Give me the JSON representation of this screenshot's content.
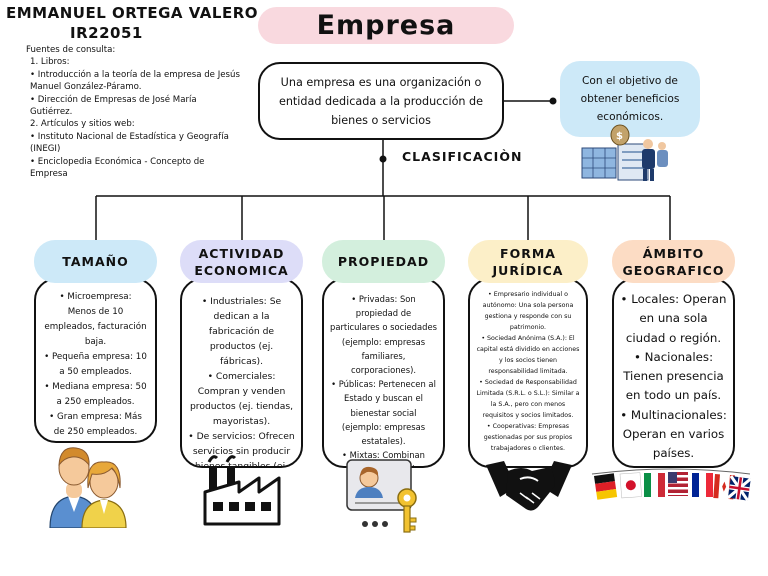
{
  "author": {
    "name": "EMMANUEL ORTEGA VALERO",
    "id": "IR22051"
  },
  "sources": {
    "heading": "Fuentes de consulta:",
    "lines": [
      "1. Libros:",
      "• Introducción a la teoría de la empresa de Jesús Manuel González-Páramo.",
      "• Dirección de Empresas de José María Gutiérrez.",
      "2. Artículos y sitios web:",
      "• Instituto Nacional de Estadística y Geografía (INEGI)",
      "• Enciclopedia Económica - Concepto de Empresa"
    ]
  },
  "title": "Empresa",
  "definition": "Una empresa es una organización o entidad dedicada a la producción de bienes o servicios",
  "goal": "Con el objetivo de obtener beneficios económicos.",
  "classification_label": "CLASIFICACIÒN",
  "colors": {
    "title_bg": "#f9d9df",
    "goal_bg": "#cde9f8",
    "tamano_bg": "#cde9f8",
    "actividad_bg": "#ddddf8",
    "propiedad_bg": "#d3efdd",
    "forma_bg": "#fcefc8",
    "ambito_bg": "#fcdcc4"
  },
  "columns": {
    "tamano": {
      "header": "TAMAÑO",
      "items": [
        "• Microempresa: Menos de 10 empleados, facturación baja.",
        "• Pequeña empresa: 10 a 50 empleados.",
        "• Mediana empresa: 50 a 250 empleados.",
        "• Gran empresa: Más de 250 empleados."
      ]
    },
    "actividad": {
      "header": "ACTIVIDAD ECONOMICA",
      "items": [
        "• Industriales: Se dedican a la fabricación de productos (ej. fábricas).",
        "• Comerciales: Compran y venden productos (ej. tiendas, mayoristas).",
        "• De servicios: Ofrecen servicios sin producir bienes tangibles (ej. consultorías, transporte)."
      ]
    },
    "propiedad": {
      "header": "PROPIEDAD",
      "items": [
        "• Privadas: Son propiedad de particulares o sociedades (ejemplo: empresas familiares, corporaciones).",
        "• Públicas: Pertenecen al Estado y buscan el bienestar social (ejemplo: empresas estatales).",
        "• Mixtas: Combinan capital público y privado (ejemplo: empresas de participación estatal)."
      ]
    },
    "forma": {
      "header": "FORMA JURÍDICA",
      "items": [
        "• Empresario individual o autónomo: Una sola persona gestiona y responde con su patrimonio.",
        "• Sociedad Anónima (S.A.): El capital está dividido en acciones y los socios tienen responsabilidad limitada.",
        "• Sociedad de Responsabilidad Limitada (S.R.L. o S.L.): Similar a la S.A., pero con menos requisitos y socios limitados.",
        "• Cooperativas: Empresas gestionadas por sus propios trabajadores o clientes."
      ]
    },
    "ambito": {
      "header": "ÁMBITO GEOGRAFICO",
      "items": [
        "• Locales: Operan en una sola ciudad o región.",
        "• Nacionales: Tienen presencia en todo un país.",
        "• Multinacionales: Operan en varios países."
      ]
    }
  },
  "icons": {
    "goal": "business-money-icon",
    "tamano": "people-icon",
    "actividad": "factory-icon",
    "propiedad": "id-card-key-icon",
    "forma": "handshake-icon",
    "ambito": "flags-icon"
  }
}
